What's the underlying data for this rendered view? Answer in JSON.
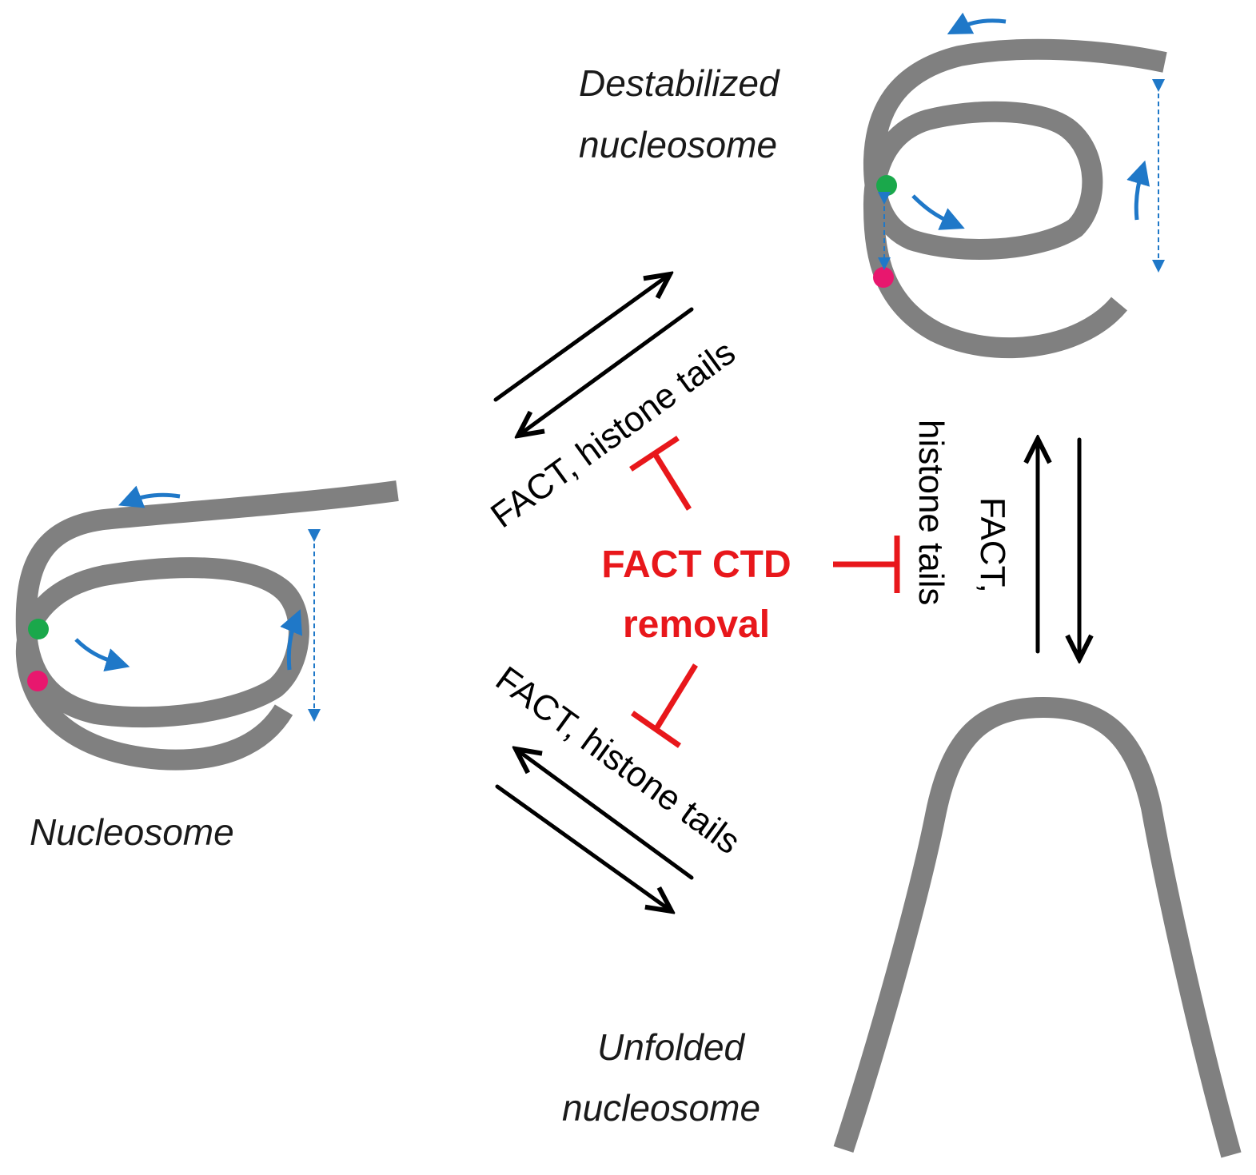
{
  "labels": {
    "nucleosome": "Nucleosome",
    "destabilized_line1": "Destabilized",
    "destabilized_line2": "nucleosome",
    "unfolded_line1": "Unfolded",
    "unfolded_line2": "nucleosome",
    "upper_condition": "FACT, histone tails",
    "lower_condition": "FACT, histone tails",
    "right_condition_line1": "FACT,",
    "right_condition_line2": "histone tails",
    "center_line1": "FACT CTD",
    "center_line2": "removal"
  },
  "colors": {
    "dna": "#808080",
    "contact_green": "#1aa84b",
    "contact_pink": "#e8176e",
    "motion_arrows": "#1f78c8",
    "inhibition": "#e8171b",
    "text": "#000000"
  }
}
